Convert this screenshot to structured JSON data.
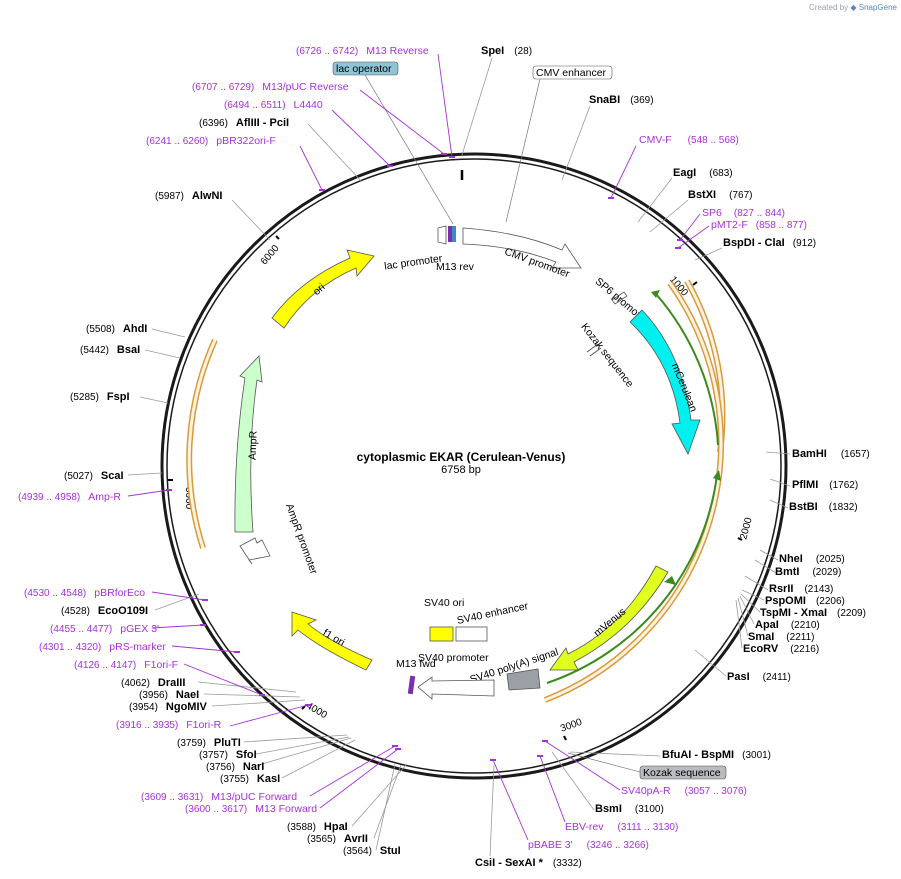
{
  "watermark": {
    "prefix": "Created by",
    "brand": "SnapGene"
  },
  "plasmid": {
    "name": "cytoplasmic EKAR (Cerulean-Venus)",
    "length": "6758 bp"
  },
  "ticks": [
    "1000",
    "2000",
    "3000",
    "4000",
    "5000",
    "6000"
  ],
  "sites": [
    {
      "name": "SpeI",
      "pos": "(28)"
    },
    {
      "name": "SnaBI",
      "pos": "(369)"
    },
    {
      "name": "EagI",
      "pos": "(683)"
    },
    {
      "name": "BstXI",
      "pos": "(767)"
    },
    {
      "name": "BspDI - ClaI",
      "pos": "(912)"
    },
    {
      "name": "BamHI",
      "pos": "(1657)"
    },
    {
      "name": "PflMI",
      "pos": "(1762)"
    },
    {
      "name": "BstBI",
      "pos": "(1832)"
    },
    {
      "name": "NheI",
      "pos": "(2025)"
    },
    {
      "name": "BmtI",
      "pos": "(2029)"
    },
    {
      "name": "RsrII",
      "pos": "(2143)"
    },
    {
      "name": "PspOMI",
      "pos": "(2206)"
    },
    {
      "name": "TspMI - XmaI",
      "pos": "(2209)"
    },
    {
      "name": "ApaI",
      "pos": "(2210)"
    },
    {
      "name": "SmaI",
      "pos": "(2211)"
    },
    {
      "name": "EcoRV",
      "pos": "(2216)"
    },
    {
      "name": "PasI",
      "pos": "(2411)"
    },
    {
      "name": "BfuAI - BspMI",
      "pos": "(3001)"
    },
    {
      "name": "BsmI",
      "pos": "(3100)"
    },
    {
      "name": "CsiI - SexAI *",
      "pos": "(3332)"
    },
    {
      "name": "StuI",
      "pos": "(3564)"
    },
    {
      "name": "AvrII",
      "pos": "(3565)"
    },
    {
      "name": "HpaI",
      "pos": "(3588)"
    },
    {
      "name": "KasI",
      "pos": "(3755)"
    },
    {
      "name": "NarI",
      "pos": "(3756)"
    },
    {
      "name": "SfoI",
      "pos": "(3757)"
    },
    {
      "name": "PluTI",
      "pos": "(3759)"
    },
    {
      "name": "NgoMIV",
      "pos": "(3954)"
    },
    {
      "name": "NaeI",
      "pos": "(3956)"
    },
    {
      "name": "DraIII",
      "pos": "(4062)"
    },
    {
      "name": "EcoO109I",
      "pos": "(4528)"
    },
    {
      "name": "ScaI",
      "pos": "(5027)"
    },
    {
      "name": "FspI",
      "pos": "(5285)"
    },
    {
      "name": "BsaI",
      "pos": "(5442)"
    },
    {
      "name": "AhdI",
      "pos": "(5508)"
    },
    {
      "name": "AlwNI",
      "pos": "(5987)"
    },
    {
      "name": "AflIII - PciI",
      "pos": "(6396)"
    }
  ],
  "primers": [
    {
      "name": "M13 Reverse",
      "pos": "(6726 .. 6742)"
    },
    {
      "name": "M13/pUC Reverse",
      "pos": "(6707 .. 6729)"
    },
    {
      "name": "L4440",
      "pos": "(6494 .. 6511)"
    },
    {
      "name": "pBR322ori-F",
      "pos": "(6241 .. 6260)"
    },
    {
      "name": "CMV-F",
      "pos": "(548 .. 568)"
    },
    {
      "name": "SP6",
      "pos": "(827 .. 844)"
    },
    {
      "name": "pMT2-F",
      "pos": "(858 .. 877)"
    },
    {
      "name": "SV40pA-R",
      "pos": "(3057 .. 3076)"
    },
    {
      "name": "EBV-rev",
      "pos": "(3111 .. 3130)"
    },
    {
      "name": "pBABE 3'",
      "pos": "(3246 .. 3266)"
    },
    {
      "name": "M13/pUC Forward",
      "pos": "(3609 .. 3631)"
    },
    {
      "name": "M13 Forward",
      "pos": "(3600 .. 3617)"
    },
    {
      "name": "F1ori-R",
      "pos": "(3916 .. 3935)"
    },
    {
      "name": "F1ori-F",
      "pos": "(4126 .. 4147)"
    },
    {
      "name": "pRS-marker",
      "pos": "(4301 .. 4320)"
    },
    {
      "name": "pGEX 3'",
      "pos": "(4455 .. 4477)"
    },
    {
      "name": "pBRforEco",
      "pos": "(4530 .. 4548)"
    },
    {
      "name": "Amp-R",
      "pos": "(4939 .. 4958)"
    }
  ],
  "boxed_labels": {
    "lac_operator": "lac operator",
    "cmv_enhancer": "CMV enhancer",
    "kozak_box": "Kozak sequence"
  },
  "features": {
    "lac_promoter": "lac promoter",
    "m13_rev": "M13 rev",
    "cmv_promoter": "CMV promoter",
    "sp6_promoter": "SP6 promoter",
    "kozak": "Kozak sequence",
    "mcerulean": "mCerulean",
    "mvenus": "mVenus",
    "sv40_polya": "SV40 poly(A) signal",
    "sv40_promoter": "SV40 promoter",
    "sv40_ori": "SV40 ori",
    "sv40_enhancer": "SV40 enhancer",
    "m13_fwd": "M13 fwd",
    "f1_ori": "f1 ori",
    "ampr": "AmpR",
    "ampr_promoter": "AmpR promoter",
    "ori": "ori"
  },
  "colors": {
    "backbone": "#1a1a1a",
    "primer": "#a532d6",
    "ori": "#ffff00",
    "mcerulean": "#00f0f0",
    "mvenus": "#e0ff1e",
    "ampr": "#ccffcc",
    "orf_outline": "#d89a3c",
    "orf_green": "#3b8a1e",
    "polya": "#9aa0a6",
    "lac_op_fill": "#8fc4d6"
  }
}
